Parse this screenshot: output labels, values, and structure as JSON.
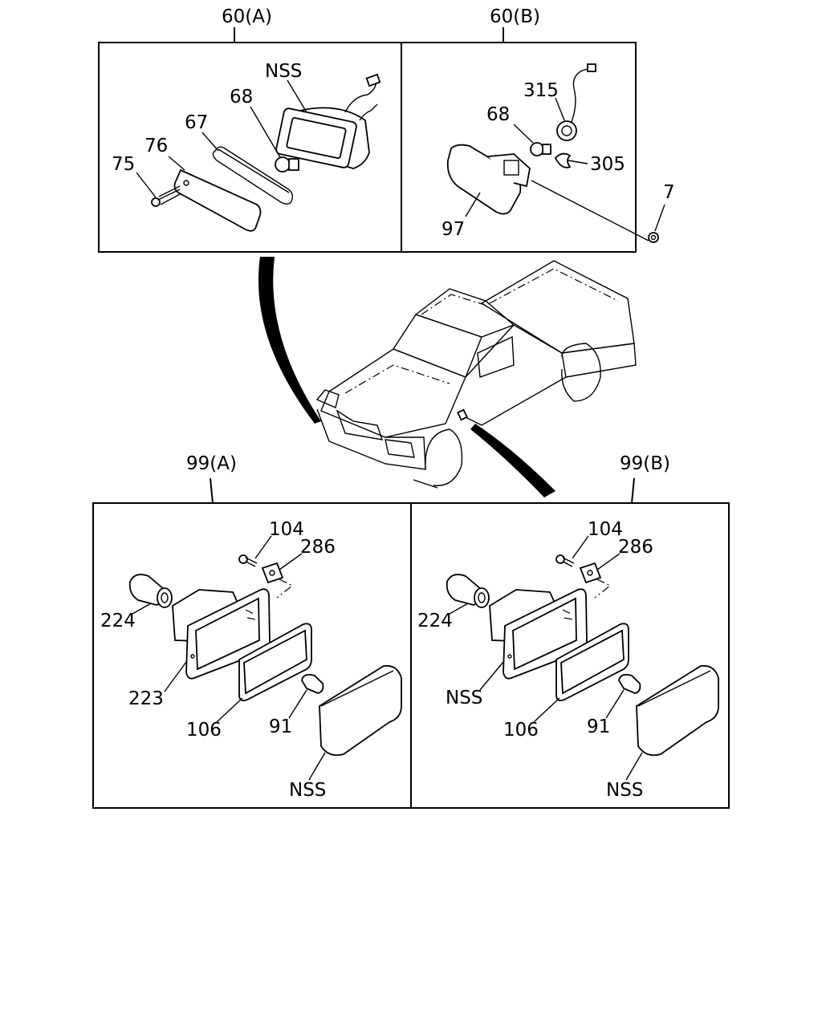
{
  "panels": {
    "top_left": {
      "title": "60(A)"
    },
    "top_right": {
      "title": "60(B)"
    },
    "bottom_left": {
      "title": "99(A)"
    },
    "bottom_right": {
      "title": "99(B)"
    }
  },
  "callouts": {
    "tl_nss": "NSS",
    "tl_68": "68",
    "tl_67": "67",
    "tl_76": "76",
    "tl_75": "75",
    "tr_315": "315",
    "tr_68": "68",
    "tr_305": "305",
    "tr_97": "97",
    "standalone_7": "7",
    "bl_104": "104",
    "bl_286": "286",
    "bl_224": "224",
    "bl_223": "223",
    "bl_106": "106",
    "bl_91": "91",
    "bl_nss": "NSS",
    "br_104": "104",
    "br_286": "286",
    "br_224": "224",
    "br_nss_housing": "NSS",
    "br_106": "106",
    "br_91": "91",
    "br_nss_lens": "NSS"
  },
  "colors": {
    "line": "#000000",
    "background": "#ffffff"
  }
}
